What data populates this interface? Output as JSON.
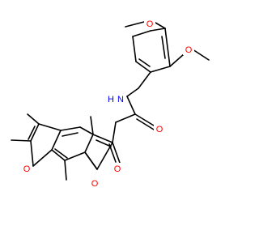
{
  "colors": {
    "carbon_bond": "#000000",
    "oxygen": "#ff0000",
    "nitrogen": "#0000ff",
    "background": "#ffffff"
  },
  "atoms": {
    "o_methoxy_top": "O",
    "o_methoxy_right": "O",
    "n_amide": "N",
    "h_amide": "H",
    "o_amide": "O",
    "o_lactone_carbonyl": "O",
    "o_lactone_ring": "O",
    "o_furan": "O"
  }
}
